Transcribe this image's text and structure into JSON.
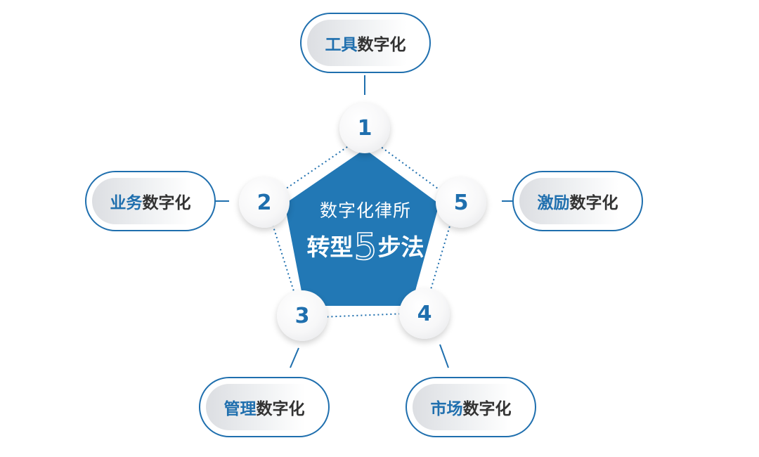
{
  "center": {
    "line1": "数字化律所",
    "line2_prefix": "转型",
    "line2_number": "5",
    "line2_suffix": "步法"
  },
  "steps": [
    {
      "number": "1",
      "accent": "工具",
      "rest": "数字化"
    },
    {
      "number": "2",
      "accent": "业务",
      "rest": "数字化"
    },
    {
      "number": "3",
      "accent": "管理",
      "rest": "数字化"
    },
    {
      "number": "4",
      "accent": "市场",
      "rest": "数字化"
    },
    {
      "number": "5",
      "accent": "激励",
      "rest": "数字化"
    }
  ],
  "colors": {
    "primary_blue": "#2278B5",
    "accent_text": "#1F6FAE",
    "dark_text": "#333333",
    "dotted_outline": "#1F6FAE"
  }
}
